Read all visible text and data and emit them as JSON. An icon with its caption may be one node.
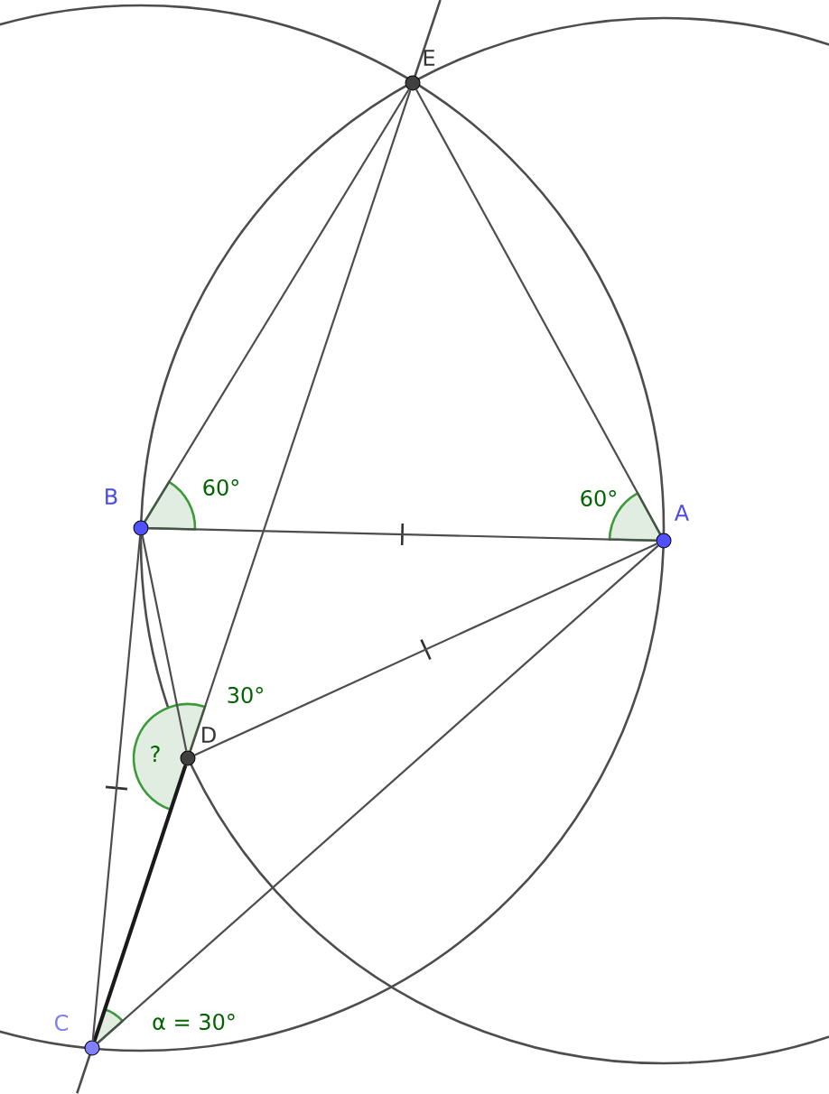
{
  "diagram": {
    "nodes": [
      {
        "text": [
          "E"
        ]
      },
      {
        "text": [
          "B"
        ]
      },
      {
        "text": [
          "A"
        ]
      },
      {
        "text": [
          "D"
        ]
      },
      {
        "text": [
          "C"
        ]
      }
    ],
    "edges": [
      {
        "from": 0,
        "to": 1,
        "arrow": "none"
      },
      {
        "from": 0,
        "to": 2,
        "arrow": "none"
      },
      {
        "from": 0,
        "to": 3,
        "arrow": "none"
      },
      {
        "from": 3,
        "to": 4,
        "arrow": "none",
        "style": "thick",
        "color": "#1a1a1a"
      },
      {
        "from": 1,
        "to": 2,
        "arrow": "none"
      },
      {
        "from": 1,
        "to": 3,
        "arrow": "none"
      },
      {
        "from": 1,
        "to": 4,
        "arrow": "none"
      },
      {
        "from": 3,
        "to": 2,
        "arrow": "none"
      },
      {
        "from": 4,
        "to": 2,
        "arrow": "none"
      }
    ],
    "labels": [
      "60°",
      "60°",
      "30°",
      "?",
      "α = 30°"
    ]
  }
}
